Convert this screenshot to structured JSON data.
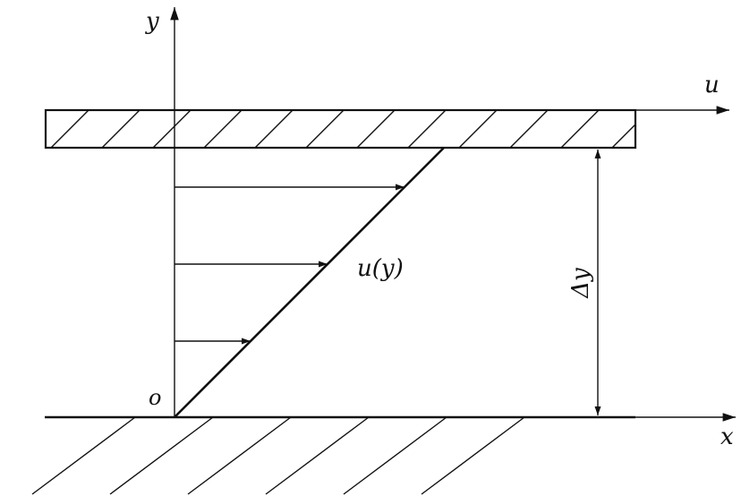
{
  "diagram": {
    "labels": {
      "y_axis": "y",
      "x_axis": "x",
      "plate_velocity": "u",
      "origin": "o",
      "profile": "u(y)",
      "gap": "Δy"
    },
    "colors": {
      "line": "#111111",
      "background": "#ffffff"
    }
  }
}
